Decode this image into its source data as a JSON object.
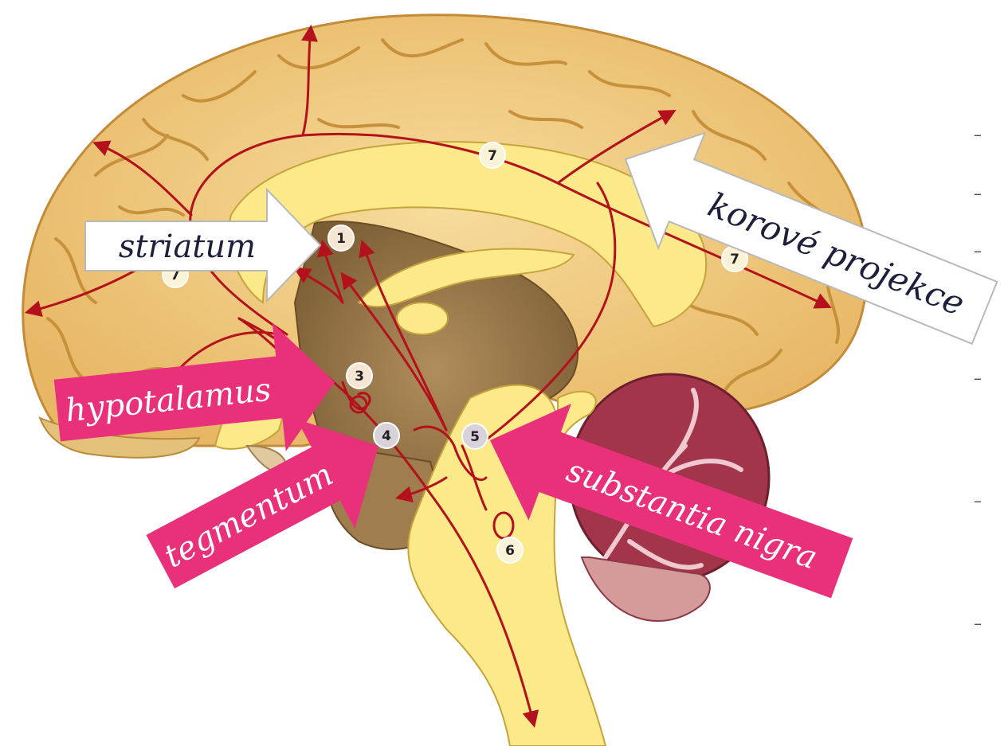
{
  "labels": {
    "striatum": "striatum",
    "korove_projekce": "korové projekce",
    "hypotalamus": "hypotalamus",
    "tegmentum": "tegmentum",
    "substantia_nigra": "substantia nigra"
  },
  "markers": {
    "m1": "1",
    "m3": "3",
    "m4": "4",
    "m5": "5",
    "m6": "6",
    "m7a": "7",
    "m7b": "7",
    "m7c": "7"
  },
  "side_dashes": [
    "–",
    "–",
    "–",
    "–",
    "–",
    "–"
  ],
  "colors": {
    "pathway": "#b3121c",
    "pink_arrow": "#e8317a",
    "white_arrow_border": "#b9b9b9",
    "cortex": "#f3d28a",
    "cortex_fold": "#c7913c",
    "white_matter": "#fbe98a",
    "deep_brain": "#9a7a4e",
    "cerebellum": "#a3354a",
    "text_dark": "#1d1f3c"
  }
}
